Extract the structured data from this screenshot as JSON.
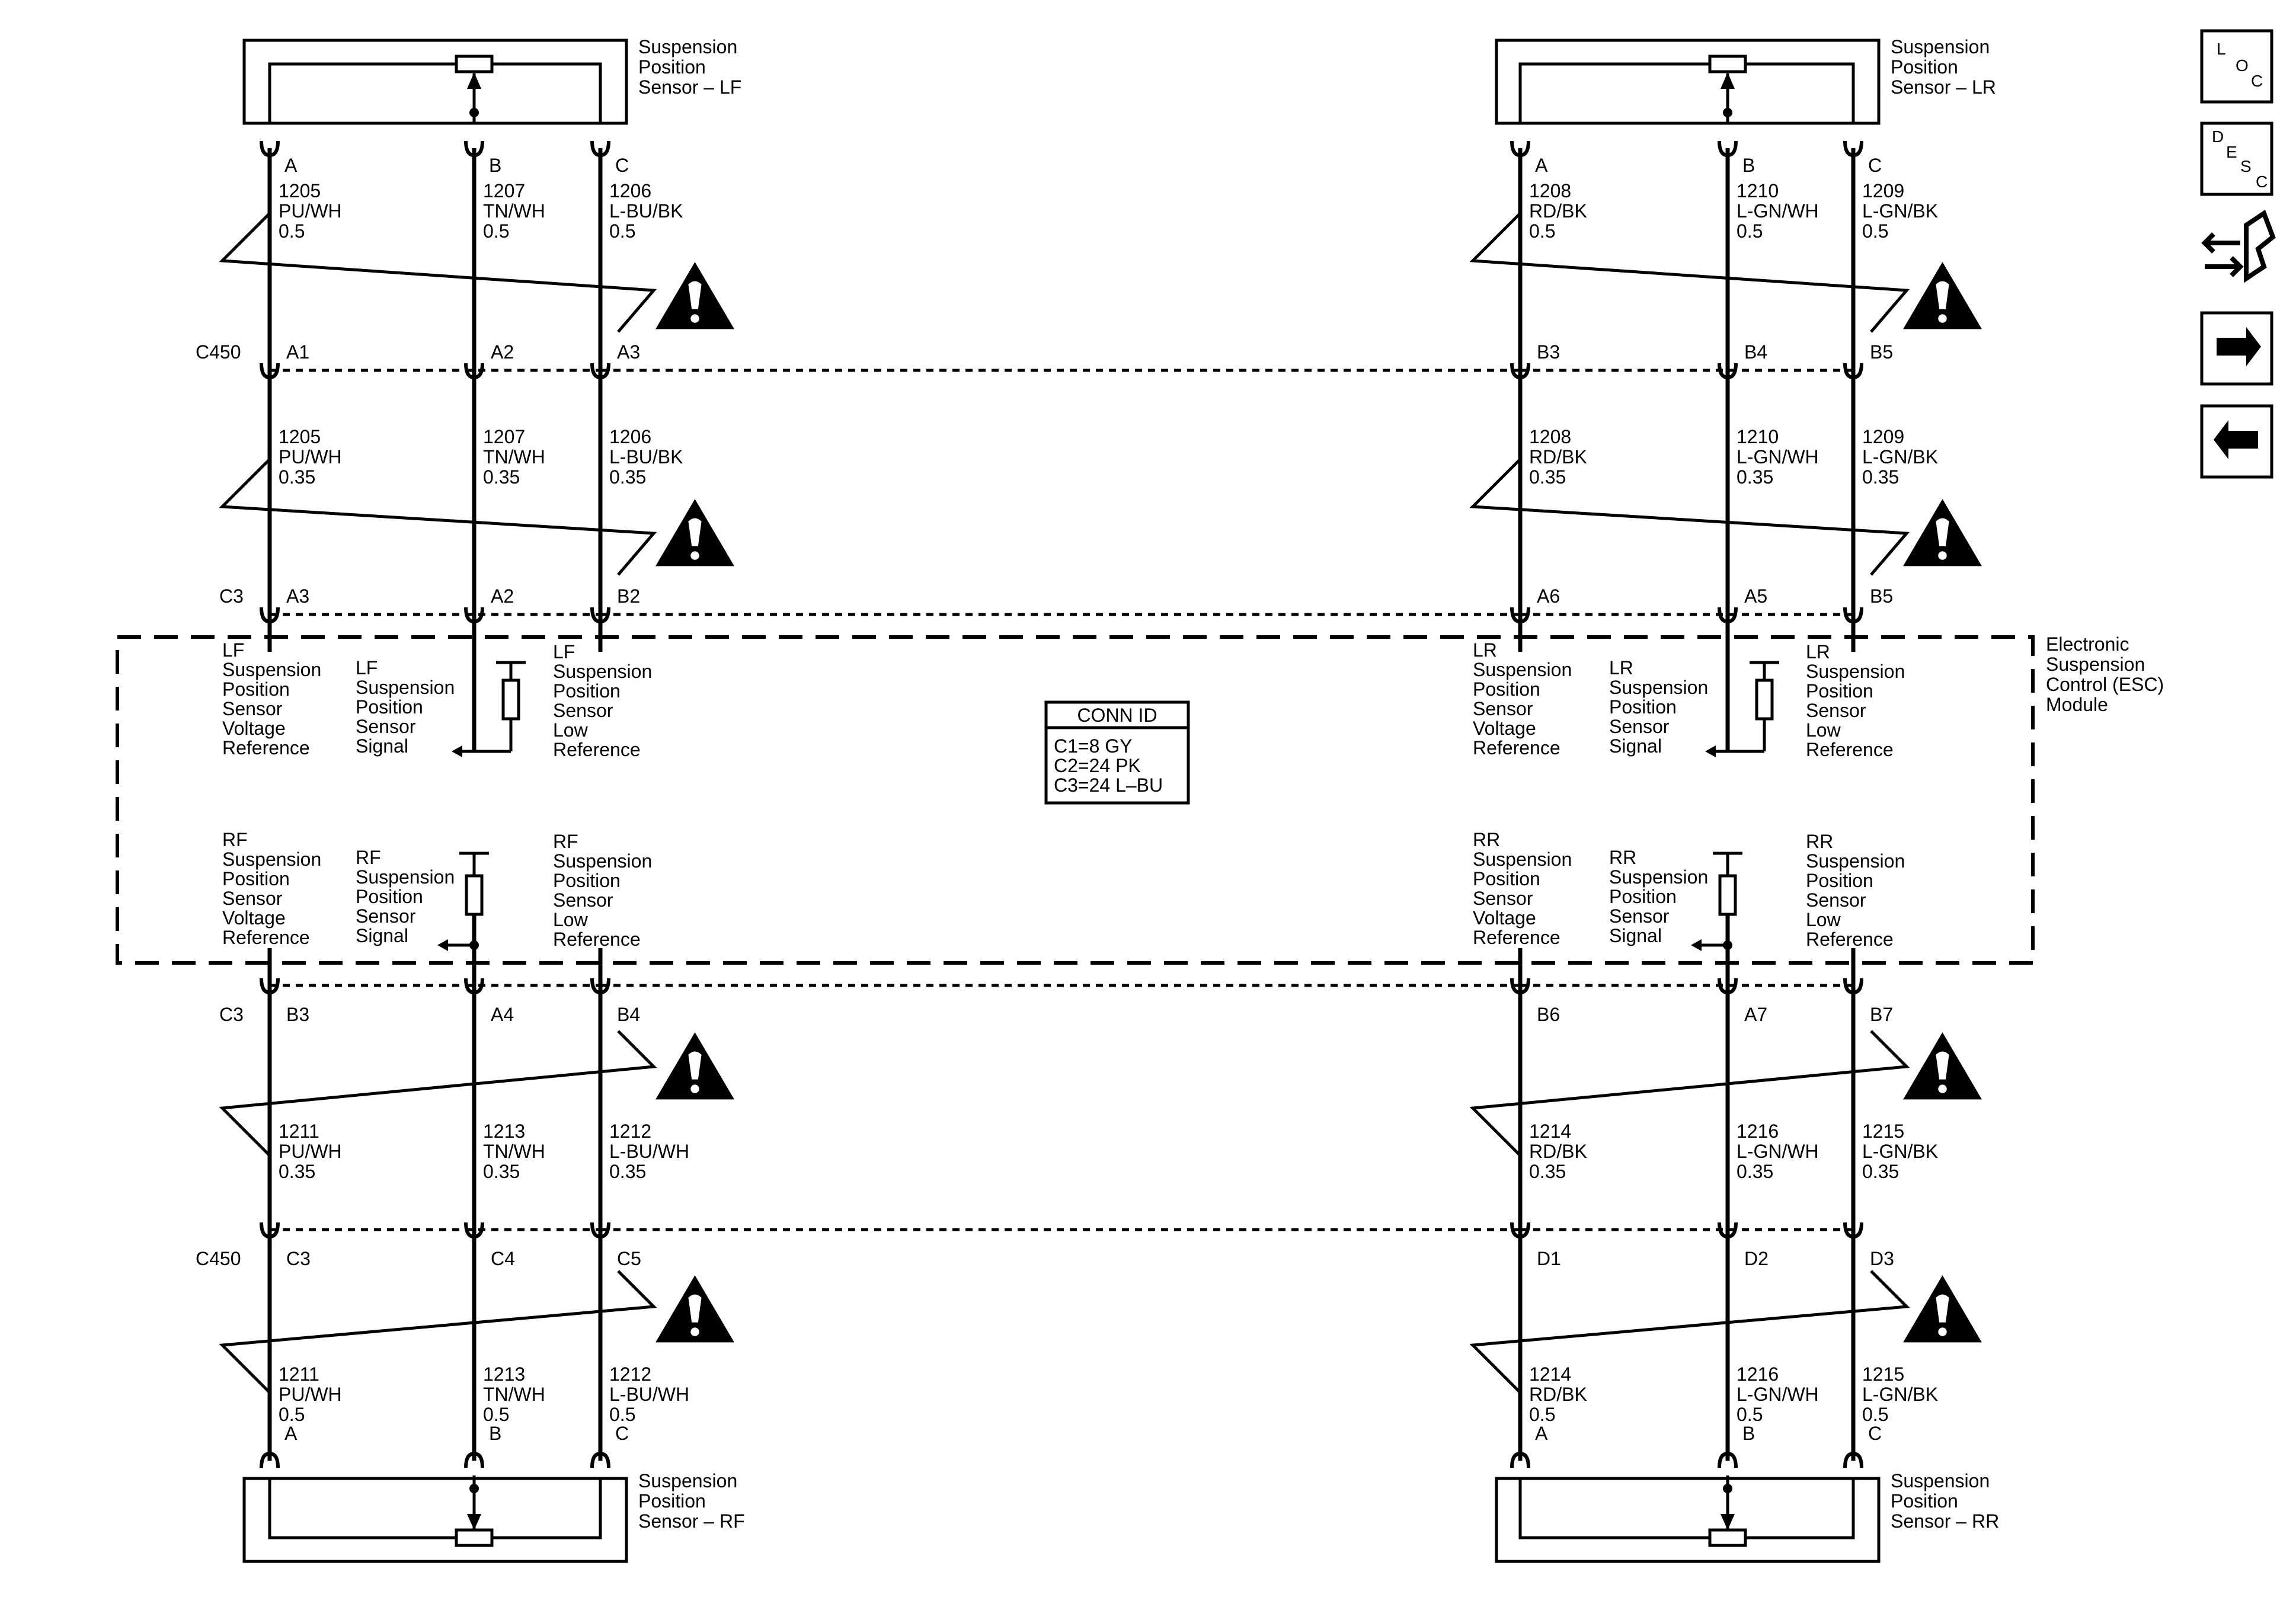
{
  "sensors": {
    "lf": {
      "title": [
        "Suspension",
        "Position",
        "Sensor – LF"
      ],
      "pins": [
        "A",
        "B",
        "C"
      ]
    },
    "lr": {
      "title": [
        "Suspension",
        "Position",
        "Sensor – LR"
      ],
      "pins": [
        "A",
        "B",
        "C"
      ]
    },
    "rf": {
      "title": [
        "Suspension",
        "Position",
        "Sensor – RF"
      ],
      "pins": [
        "A",
        "B",
        "C"
      ]
    },
    "rr": {
      "title": [
        "Suspension",
        "Position",
        "Sensor – RR"
      ],
      "pins": [
        "A",
        "B",
        "C"
      ]
    }
  },
  "wires": {
    "lf_upper": [
      [
        "1205",
        "PU/WH",
        "0.5"
      ],
      [
        "1207",
        "TN/WH",
        "0.5"
      ],
      [
        "1206",
        "L-BU/BK",
        "0.5"
      ]
    ],
    "lf_lower": [
      [
        "1205",
        "PU/WH",
        "0.35"
      ],
      [
        "1207",
        "TN/WH",
        "0.35"
      ],
      [
        "1206",
        "L-BU/BK",
        "0.35"
      ]
    ],
    "lr_upper": [
      [
        "1208",
        "RD/BK",
        "0.5"
      ],
      [
        "1210",
        "L-GN/WH",
        "0.5"
      ],
      [
        "1209",
        "L-GN/BK",
        "0.5"
      ]
    ],
    "lr_lower": [
      [
        "1208",
        "RD/BK",
        "0.35"
      ],
      [
        "1210",
        "L-GN/WH",
        "0.35"
      ],
      [
        "1209",
        "L-GN/BK",
        "0.35"
      ]
    ],
    "rf_upper": [
      [
        "1211",
        "PU/WH",
        "0.35"
      ],
      [
        "1213",
        "TN/WH",
        "0.35"
      ],
      [
        "1212",
        "L-BU/WH",
        "0.35"
      ]
    ],
    "rf_lower": [
      [
        "1211",
        "PU/WH",
        "0.5"
      ],
      [
        "1213",
        "TN/WH",
        "0.5"
      ],
      [
        "1212",
        "L-BU/WH",
        "0.5"
      ]
    ],
    "rr_upper": [
      [
        "1214",
        "RD/BK",
        "0.35"
      ],
      [
        "1216",
        "L-GN/WH",
        "0.35"
      ],
      [
        "1215",
        "L-GN/BK",
        "0.35"
      ]
    ],
    "rr_lower": [
      [
        "1214",
        "RD/BK",
        "0.5"
      ],
      [
        "1216",
        "L-GN/WH",
        "0.5"
      ],
      [
        "1215",
        "L-GN/BK",
        "0.5"
      ]
    ]
  },
  "connectors": {
    "c450_top": {
      "name": "C450",
      "left_pins": [
        "A1",
        "A2",
        "A3"
      ],
      "right_pins": [
        "B3",
        "B4",
        "B5"
      ]
    },
    "c3_top": {
      "name": "C3",
      "left_pins": [
        "A3",
        "A2",
        "B2"
      ],
      "right_pins": [
        "A6",
        "A5",
        "B5"
      ]
    },
    "c3_bottom": {
      "name": "C3",
      "left_pins": [
        "B3",
        "A4",
        "B4"
      ],
      "right_pins": [
        "B6",
        "A7",
        "B7"
      ]
    },
    "c450_bottom": {
      "name": "C450",
      "left_pins": [
        "C3",
        "C4",
        "C5"
      ],
      "right_pins": [
        "D1",
        "D2",
        "D3"
      ]
    }
  },
  "module": {
    "title": [
      "Electronic",
      "Suspension",
      "Control (ESC)",
      "Module"
    ],
    "conn_id": {
      "header": "CONN ID",
      "lines": [
        "C1=8 GY",
        "C2=24 PK",
        "C3=24 L–BU"
      ]
    },
    "lf": {
      "ref": [
        "LF",
        "Suspension",
        "Position",
        "Sensor",
        "Voltage",
        "Reference"
      ],
      "sig": [
        "LF",
        "Suspension",
        "Position",
        "Sensor",
        "Signal"
      ],
      "low": [
        "LF",
        "Suspension",
        "Position",
        "Sensor",
        "Low",
        "Reference"
      ]
    },
    "lr": {
      "ref": [
        "LR",
        "Suspension",
        "Position",
        "Sensor",
        "Voltage",
        "Reference"
      ],
      "sig": [
        "LR",
        "Suspension",
        "Position",
        "Sensor",
        "Signal"
      ],
      "low": [
        "LR",
        "Suspension",
        "Position",
        "Sensor",
        "Low",
        "Reference"
      ]
    },
    "rf": {
      "ref": [
        "RF",
        "Suspension",
        "Position",
        "Sensor",
        "Voltage",
        "Reference"
      ],
      "sig": [
        "RF",
        "Suspension",
        "Position",
        "Sensor",
        "Signal"
      ],
      "low": [
        "RF",
        "Suspension",
        "Position",
        "Sensor",
        "Low",
        "Reference"
      ]
    },
    "rr": {
      "ref": [
        "RR",
        "Suspension",
        "Position",
        "Sensor",
        "Voltage",
        "Reference"
      ],
      "sig": [
        "RR",
        "Suspension",
        "Position",
        "Sensor",
        "Signal"
      ],
      "low": [
        "RR",
        "Suspension",
        "Position",
        "Sensor",
        "Low",
        "Reference"
      ]
    }
  },
  "nav": {
    "loc": [
      "L",
      "O",
      "C"
    ],
    "desc": [
      "D",
      "E",
      "S",
      "C"
    ],
    "icons": [
      "loc-button-icon",
      "desc-button-icon",
      "connector-end-view-icon",
      "next-arrow-icon",
      "previous-arrow-icon"
    ]
  }
}
